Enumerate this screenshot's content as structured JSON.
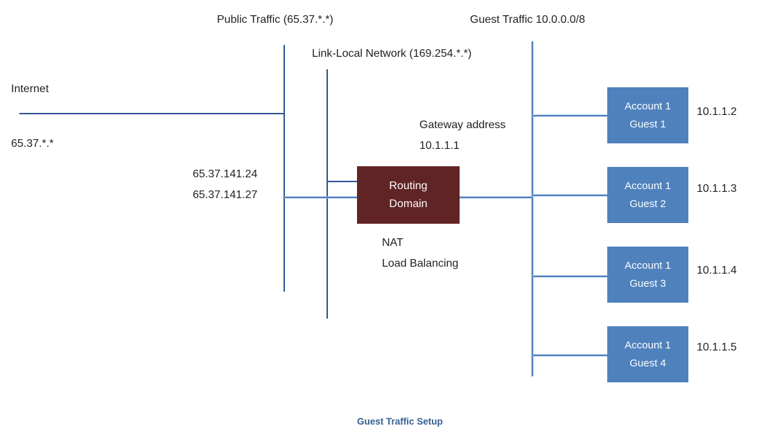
{
  "labels": {
    "public_traffic": "Public Traffic (65.37.*.*)",
    "guest_traffic": "Guest Traffic 10.0.0.0/8",
    "link_local": "Link-Local Network (169.254.*.*)",
    "internet": "Internet",
    "internet_subnet": "65.37.*.*",
    "public_ips": "65.37.141.24\n65.37.141.27",
    "gateway": "Gateway address\n10.1.1.1",
    "services": "NAT\nLoad Balancing",
    "caption": "Guest Traffic Setup"
  },
  "routing_domain": {
    "line1": "Routing",
    "line2": "Domain",
    "fill": "#612425",
    "text_color": "#fdfdfd"
  },
  "guests": [
    {
      "line1": "Account 1",
      "line2": "Guest 1",
      "ip": "10.1.1.2"
    },
    {
      "line1": "Account 1",
      "line2": "Guest 2",
      "ip": "10.1.1.3"
    },
    {
      "line1": "Account 1",
      "line2": "Guest 3",
      "ip": "10.1.1.4"
    },
    {
      "line1": "Account 1",
      "line2": "Guest 4",
      "ip": "10.1.1.5"
    }
  ],
  "colors": {
    "guest_box": "#4f81bd",
    "routing_box": "#612425",
    "line_dark": "#2c5291",
    "line_light": "#4e7ebc",
    "caption_text": "#365f91",
    "label_text": "#1f1f1f",
    "background": "#ffffff"
  }
}
